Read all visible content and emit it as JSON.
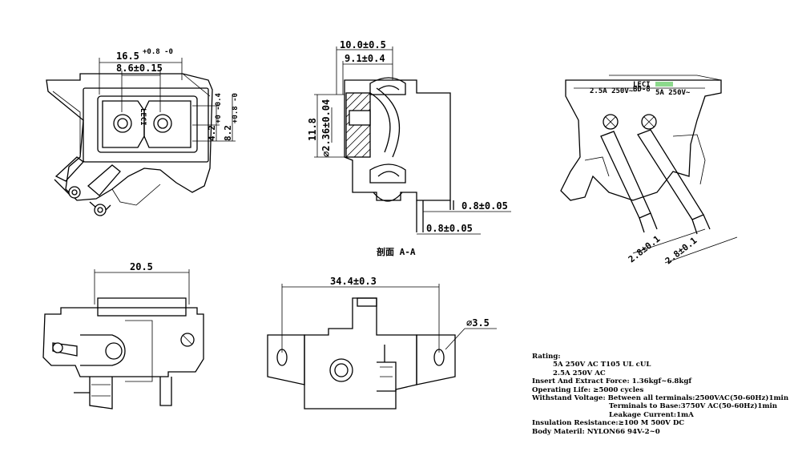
{
  "dimensions": {
    "front_width": "16.5",
    "front_width_tol": "+0.8 -0",
    "pin_spacing": "8.6±0.15",
    "slot_height_a": "4.2",
    "slot_height_a_tol": "+0 -0.4",
    "slot_height_b": "8.2",
    "slot_height_b_tol": "+0.8 -0",
    "section_depth": "10.0±0.5",
    "section_inner": "9.1±0.4",
    "section_height": "11.8",
    "pin_diameter": "∅2.36±0.04",
    "lead_thickness_1": "0.8±0.05",
    "lead_thickness_2": "0.8±0.05",
    "back_lead_1": "2.8±0.1",
    "back_lead_2": "2.8±0.1",
    "bottom_width": "20.5",
    "mount_span": "34.4±0.3",
    "hole_diameter": "∅3.5"
  },
  "labels": {
    "section": "剖面 A-A",
    "marking": "LECI",
    "back_text_1": "2.5A 250V~",
    "back_text_2": "LECI",
    "back_text_3": "BD-8",
    "back_text_4": "5A 250V~"
  },
  "spec": {
    "title": "Rating:",
    "rating_1": "5A 250V AC T105 UL cUL",
    "rating_2": "2.5A 250V AC",
    "force": "Insert And Extract Force:  1.36kgf~6.8kgf",
    "life": "Operating Life:  ≥5000 cycles",
    "withstand_1": "Withstand Voltage: Between all terminals:2500VAC(50-60Hz)1min",
    "withstand_2": "Terminals to Base:3750V AC(50-60Hz)1min",
    "withstand_3": "Leakage Current:1mA",
    "insulation": "Insulation Resistance:≥100 M  500V DC",
    "material": "Body Materil:     NYLON66   94V-2~0"
  },
  "colors": {
    "line": "#000000",
    "background": "#ffffff",
    "accent": "#3fbf3f"
  }
}
